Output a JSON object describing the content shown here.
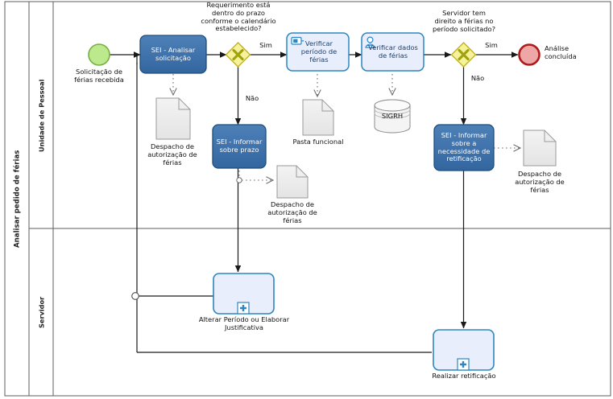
{
  "diagram": {
    "type": "bpmn-process-diagram",
    "pool_label": "Analisar pedido de férias",
    "lanes": [
      {
        "id": "lane-unidade",
        "label": "Unidade de Pessoal"
      },
      {
        "id": "lane-servidor",
        "label": "Servidor"
      }
    ],
    "colors": {
      "sei_task_fill": "#3A6EA8",
      "sei_task_stroke": "#1F4E79",
      "sei_task_text": "#ffffff",
      "user_task_fill": "#E8EDFB",
      "user_task_stroke": "#2E86C1",
      "subprocess_fill": "#E8EDFB",
      "subprocess_stroke": "#2E86C1",
      "gateway_fill": "#F5F08A",
      "gateway_stroke": "#B8A90A",
      "gateway_glyph": "#9AA00B",
      "start_event_fill": "#B8E986",
      "start_event_stroke": "#7CB342",
      "end_event_fill": "#EFA6A6",
      "end_event_stroke": "#B01C1C",
      "document_fill": "#EFEFEF",
      "document_stroke": "#9A9A9A",
      "datastore_fill": "#F2F2F2",
      "datastore_stroke": "#8C8C8C",
      "flow_line": "#1A1A1A",
      "lane_border": "#5E5E5E",
      "background": "#FFFFFF"
    }
  },
  "events": [
    {
      "id": "start-solicitacao",
      "kind": "start",
      "label": "Solicitação de\nférias recebida"
    },
    {
      "id": "end-analise",
      "kind": "end",
      "label": "Análise\nconcluída"
    }
  ],
  "gateways": [
    {
      "id": "gw-prazo",
      "kind": "exclusive",
      "glyph": "X",
      "label": "Requerimento está\ndentro do prazo\nconforme o calendário\nestabelecido?"
    },
    {
      "id": "gw-direito",
      "kind": "exclusive",
      "glyph": "X",
      "label": "Servidor tem\ndireito a férias no\nperíodo solicitado?"
    }
  ],
  "tasks": [
    {
      "id": "task-analisar",
      "lane": "lane-unidade",
      "style": "sei",
      "label": "SEI - Analisar\nsolicitação",
      "icon": "none"
    },
    {
      "id": "task-informar-prazo",
      "lane": "lane-unidade",
      "style": "sei",
      "label": "SEI - Informar\nsobre prazo",
      "icon": "none"
    },
    {
      "id": "task-verificar-periodo",
      "lane": "lane-unidade",
      "style": "user",
      "label": "Verificar\nperíodo de\nférias",
      "icon": "manual-screen-icon"
    },
    {
      "id": "task-verificar-dados",
      "lane": "lane-unidade",
      "style": "user",
      "label": "Verificar dados\nde férias",
      "icon": "user-task-icon"
    },
    {
      "id": "task-informar-retificacao",
      "lane": "lane-unidade",
      "style": "sei",
      "label": "SEI - Informar\nsobre a\nnecessidade de\nretificação",
      "icon": "none"
    },
    {
      "id": "task-alterar-periodo",
      "lane": "lane-servidor",
      "style": "subprocess",
      "label": "Alterar  Período ou Elaborar\nJustificativa",
      "icon": "collapsed-plus-icon"
    },
    {
      "id": "task-realizar-retificacao",
      "lane": "lane-servidor",
      "style": "subprocess",
      "label": "Realizar retificação",
      "icon": "collapsed-plus-icon"
    }
  ],
  "data_objects": [
    {
      "id": "doc-despacho-1",
      "kind": "document",
      "label": "Despacho de\nautorização de\nférias"
    },
    {
      "id": "doc-pasta-funcional",
      "kind": "document",
      "label": "Pasta funcional"
    },
    {
      "id": "doc-despacho-2",
      "kind": "document",
      "label": "Despacho de\nautorização de\nférias"
    },
    {
      "id": "doc-despacho-3",
      "kind": "document",
      "label": "Despacho de\nautorização de\nférias"
    },
    {
      "id": "store-sigrh",
      "kind": "datastore",
      "label": "SIGRH"
    }
  ],
  "flow_labels": [
    {
      "id": "flow-sim-1",
      "text": "Sim"
    },
    {
      "id": "flow-nao-1",
      "text": "Não"
    },
    {
      "id": "flow-sim-2",
      "text": "Sim"
    },
    {
      "id": "flow-nao-2",
      "text": "Não"
    }
  ]
}
